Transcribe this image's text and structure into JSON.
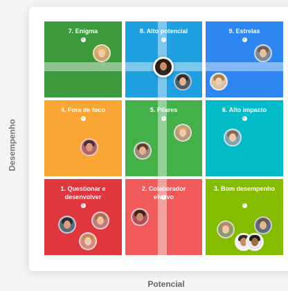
{
  "axes": {
    "y_label": "Desempenho",
    "x_label": "Potencial"
  },
  "matrix": {
    "cells": [
      {
        "id": "enigma",
        "title": "7. Enigma",
        "color": "#3c9a3c"
      },
      {
        "id": "alto-potencial",
        "title": "8. Alto potencial",
        "color": "#1e9fe0"
      },
      {
        "id": "estrelas",
        "title": "9. Estrelas",
        "color": "#2d86f2"
      },
      {
        "id": "fora-de-foco",
        "title": "4. Fora de foco",
        "color": "#faa634"
      },
      {
        "id": "pilares",
        "title": "5. Pilares",
        "color": "#43b049"
      },
      {
        "id": "alto-impacto",
        "title": "6. Alto impacto",
        "color": "#00bcc9"
      },
      {
        "id": "questionar-e-desenvolver",
        "title": "1. Questionar e desenvolver",
        "color": "#e0363e"
      },
      {
        "id": "colaborador-efetivo",
        "title": "2. Colaborador efetivo",
        "color": "#f05a5a"
      },
      {
        "id": "bom-desempenho",
        "title": "3. Bom desempenho",
        "color": "#84bd00"
      }
    ],
    "info_icon": "info-icon"
  },
  "avatars": {
    "enigma": [
      {
        "hair": "#d7b56d",
        "skin": "#f0c9a8",
        "shirt": "#c9a76a"
      }
    ],
    "alto-potencial": [
      {
        "hair": "#2e2e2e",
        "skin": "#e2b190",
        "shirt": "#4a5a6a"
      }
    ],
    "estrelas": [
      {
        "hair": "#6e5d50",
        "skin": "#e8c0a0",
        "shirt": "#7d8a99"
      },
      {
        "hair": "#a67b52",
        "skin": "#f1cdb0",
        "shirt": "#d7c3a8"
      }
    ],
    "fora-de-foco": [
      {
        "hair": "#4a3226",
        "skin": "#d89c7c",
        "shirt": "#b5616a"
      }
    ],
    "pilares": [
      {
        "hair": "#c8a46c",
        "skin": "#f0c9a8",
        "shirt": "#b49a79"
      },
      {
        "hair": "#5e3f27",
        "skin": "#e4b18f",
        "shirt": "#9a8a7b"
      }
    ],
    "alto-impacto": [
      {
        "hair": "#8a6a4c",
        "skin": "#f0c9a8",
        "shirt": "#7aa6b8"
      }
    ],
    "questionar-e-desenvolver": [
      {
        "hair": "#2b2b2b",
        "skin": "#d9a37f",
        "shirt": "#5b6d7c"
      },
      {
        "hair": "#a86f45",
        "skin": "#eec0a0",
        "shirt": "#c27b76"
      },
      {
        "hair": "#c28a52",
        "skin": "#f1cdb0",
        "shirt": "#d98a7e"
      }
    ],
    "colaborador-efetivo": [
      {
        "hair": "#3b2418",
        "skin": "#c98d6a",
        "shirt": "#b0505a"
      }
    ],
    "bom-desempenho": [
      {
        "hair": "#b08d60",
        "skin": "#f0c9a8",
        "shirt": "#8c9a68"
      },
      {
        "hair": "#6a5a4a",
        "skin": "#e4b595",
        "shirt": "#5e6e7e"
      },
      {
        "hair": "#3a2a20",
        "skin": "#c98d6a",
        "shirt": "#f2f2f2"
      },
      {
        "hair": "#1e1e1e",
        "skin": "#a26a48",
        "shirt": "#e8e8e8"
      }
    ]
  },
  "selected_person": {
    "hair": "#2b1d16",
    "skin": "#c98d6a",
    "shirt": "#2c2c2c"
  }
}
